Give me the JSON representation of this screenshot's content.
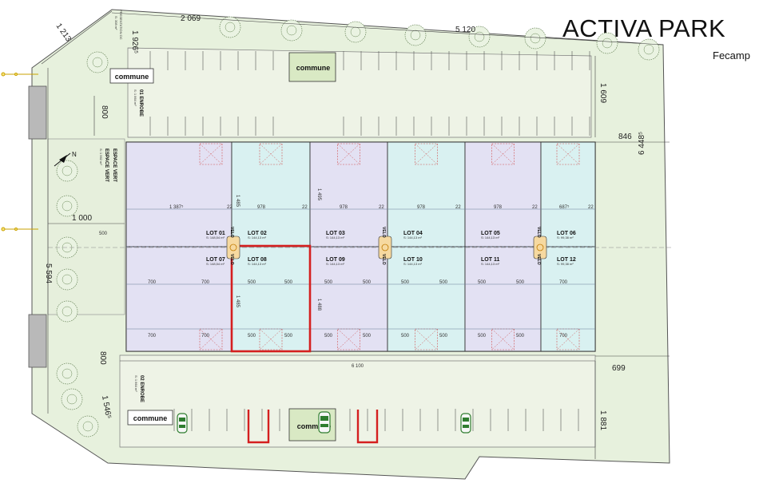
{
  "title": "ACTIVA PARK",
  "subtitle": "Fecamp",
  "colors": {
    "green_area": "#e7f1dd",
    "lot_lilac": "#e3e1f3",
    "lot_cyan": "#d9f1f1",
    "highlight": "#d41f1f",
    "grid": "#6b7f9a"
  },
  "lots": [
    {
      "id": "lot-01",
      "label": "LOT 01",
      "sub": "S: 148,54 m²"
    },
    {
      "id": "lot-02",
      "label": "LOT 02",
      "sub": "S: 144,13 m²"
    },
    {
      "id": "lot-03",
      "label": "LOT 03",
      "sub": "S: 144,13 m²"
    },
    {
      "id": "lot-04",
      "label": "LOT 04",
      "sub": "S: 144,13 m²"
    },
    {
      "id": "lot-05",
      "label": "LOT 05",
      "sub": "S: 144,13 m²"
    },
    {
      "id": "lot-06",
      "label": "LOT 06",
      "sub": "S: 99,38 m²"
    },
    {
      "id": "lot-07",
      "label": "LOT 07",
      "sub": "S: 148,54 m²"
    },
    {
      "id": "lot-08",
      "label": "LOT 08",
      "sub": "S: 144,13 m²"
    },
    {
      "id": "lot-09",
      "label": "LOT 09",
      "sub": "S: 144,13 m²"
    },
    {
      "id": "lot-10",
      "label": "LOT 10",
      "sub": "S: 144,13 m²"
    },
    {
      "id": "lot-11",
      "label": "LOT 11",
      "sub": "S: 144,13 m²"
    },
    {
      "id": "lot-12",
      "label": "LOT 12",
      "sub": "S: 99,38 m²"
    }
  ],
  "commune_label": "commune",
  "velo_label": "VELO",
  "zones": {
    "espace_vert_1": "ESPACE VERT",
    "espace_vert_2": "ESPACE VERT",
    "espace_vert_sub": "S: 1 562 m²",
    "enrobe_1": "01 ENROBE",
    "enrobe_1_sub": "S: 1 864 m²",
    "enrobe_2": "02 ENROBE",
    "enrobe_2_sub": "S: 1 864 m²",
    "presentation": "PRESENTATION OC",
    "presentation_sub": "S: 308 m²",
    "north": "N"
  },
  "dims": {
    "top_left": "2 069",
    "top_right": "5 120",
    "diag": "1 213",
    "top_small": "1 926⁵",
    "right_upper": "1 609",
    "right_846": "846",
    "right_total": "6 448⁵",
    "left_800": "800",
    "left_1000": "1 000",
    "left_total": "5 594",
    "left_bottom": "1 546⁵",
    "bottom_800": "800",
    "bottom_6100": "6 100",
    "bottom_699": "699",
    "bottom_1881": "1 881",
    "row_1387": "1 387⁵",
    "row_978": "978",
    "row_687": "687⁵",
    "row_22": "22",
    "col_500": "500",
    "col_700": "700",
    "h_1485": "1 485",
    "h_1495": "1 495",
    "h_1488": "1 488",
    "h_1485b": "1 485"
  }
}
